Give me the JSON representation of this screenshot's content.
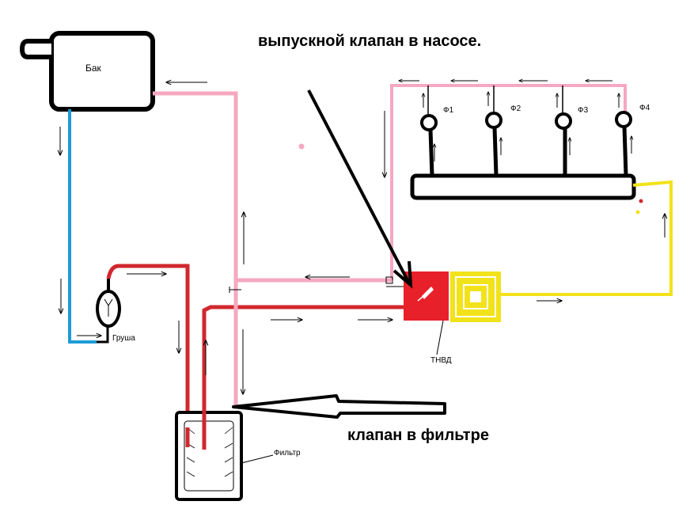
{
  "labels": {
    "tank": "Бак",
    "primer_bulb": "Груша",
    "filter": "Фильтр",
    "pump": "ТНВД",
    "pump_valve_note": "выпускной клапан в насосе.",
    "filter_valve_note": "клапан в фильтре",
    "injectors": [
      "Ф1",
      "Ф2",
      "Ф3",
      "Ф4"
    ]
  },
  "colors": {
    "tank_line": "#1e9bd7",
    "pressure_line": "#d0282e",
    "return_line": "#f5a8c0",
    "control_line": "#f2e21a",
    "pump_body": "#e8202a",
    "outline": "#000000"
  }
}
